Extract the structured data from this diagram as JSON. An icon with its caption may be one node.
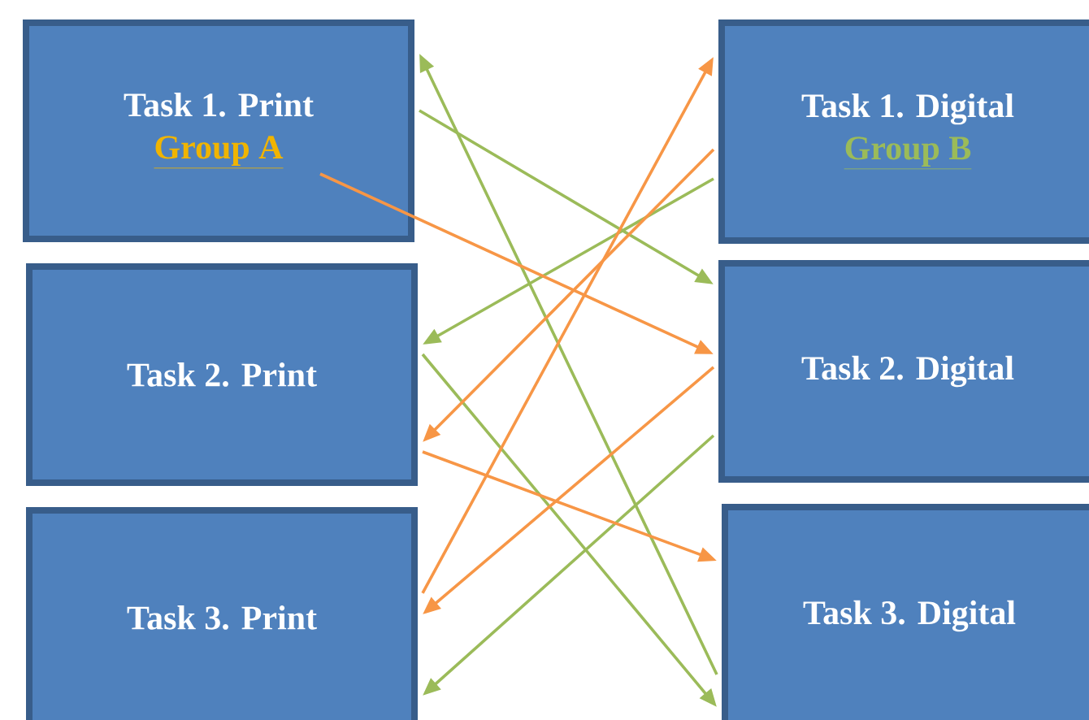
{
  "diagram": {
    "nodes": [
      {
        "text": [
          "Task 1. Print",
          "Group A"
        ]
      },
      {
        "text": [
          "Task 2. Print"
        ]
      },
      {
        "text": [
          "Task 3. Print"
        ]
      },
      {
        "text": [
          "Task 1. Digital",
          "Group B"
        ]
      },
      {
        "text": [
          "Task 2. Digital"
        ]
      },
      {
        "text": [
          "Task 3. Digital"
        ]
      }
    ],
    "edges": [
      {
        "from": 0,
        "to": 4,
        "arrow": "to",
        "color": "#9bbb59"
      },
      {
        "from": 3,
        "to": 1,
        "arrow": "to",
        "color": "#9bbb59"
      },
      {
        "from": 1,
        "to": 5,
        "arrow": "to",
        "color": "#9bbb59"
      },
      {
        "from": 4,
        "to": 2,
        "arrow": "to",
        "color": "#9bbb59"
      },
      {
        "from": 5,
        "to": 0,
        "arrow": "to",
        "color": "#9bbb59"
      },
      {
        "from": 0,
        "to": 4,
        "arrow": "to",
        "color": "#f79646"
      },
      {
        "from": 4,
        "to": 2,
        "arrow": "to",
        "color": "#f79646"
      },
      {
        "from": 2,
        "to": 3,
        "arrow": "to",
        "color": "#f79646"
      },
      {
        "from": 3,
        "to": 1,
        "arrow": "to",
        "color": "#f79646"
      },
      {
        "from": 1,
        "to": 5,
        "arrow": "to",
        "color": "#f79646"
      }
    ]
  }
}
